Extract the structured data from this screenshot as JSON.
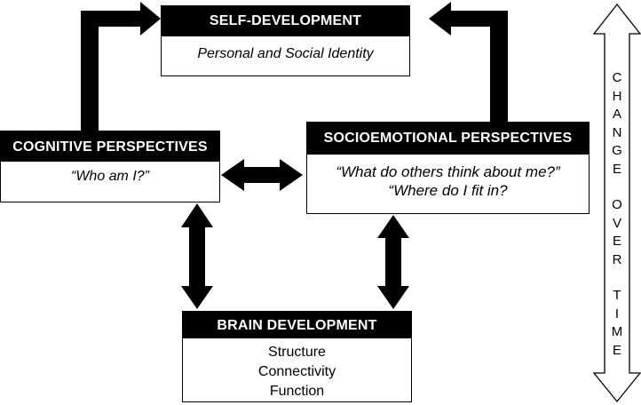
{
  "self_development": {
    "title": "SELF-DEVELOPMENT",
    "subtitle": "Personal and Social Identity"
  },
  "cognitive": {
    "title": "COGNITIVE PERSPECTIVES",
    "question": "“Who am I?”"
  },
  "socioemotional": {
    "title": "SOCIOEMOTIONAL PERSPECTIVES",
    "questions": [
      "“What do others think about me?”",
      "“Where do I fit in?"
    ]
  },
  "brain_development": {
    "title": "BRAIN DEVELOPMENT",
    "items": [
      "Structure",
      "Connectivity",
      "Function"
    ]
  },
  "change_over_time": {
    "words": [
      "CHANGE",
      "OVER",
      "TIME"
    ]
  },
  "colors": {
    "fill": "#000000",
    "background": "#ffffff"
  }
}
